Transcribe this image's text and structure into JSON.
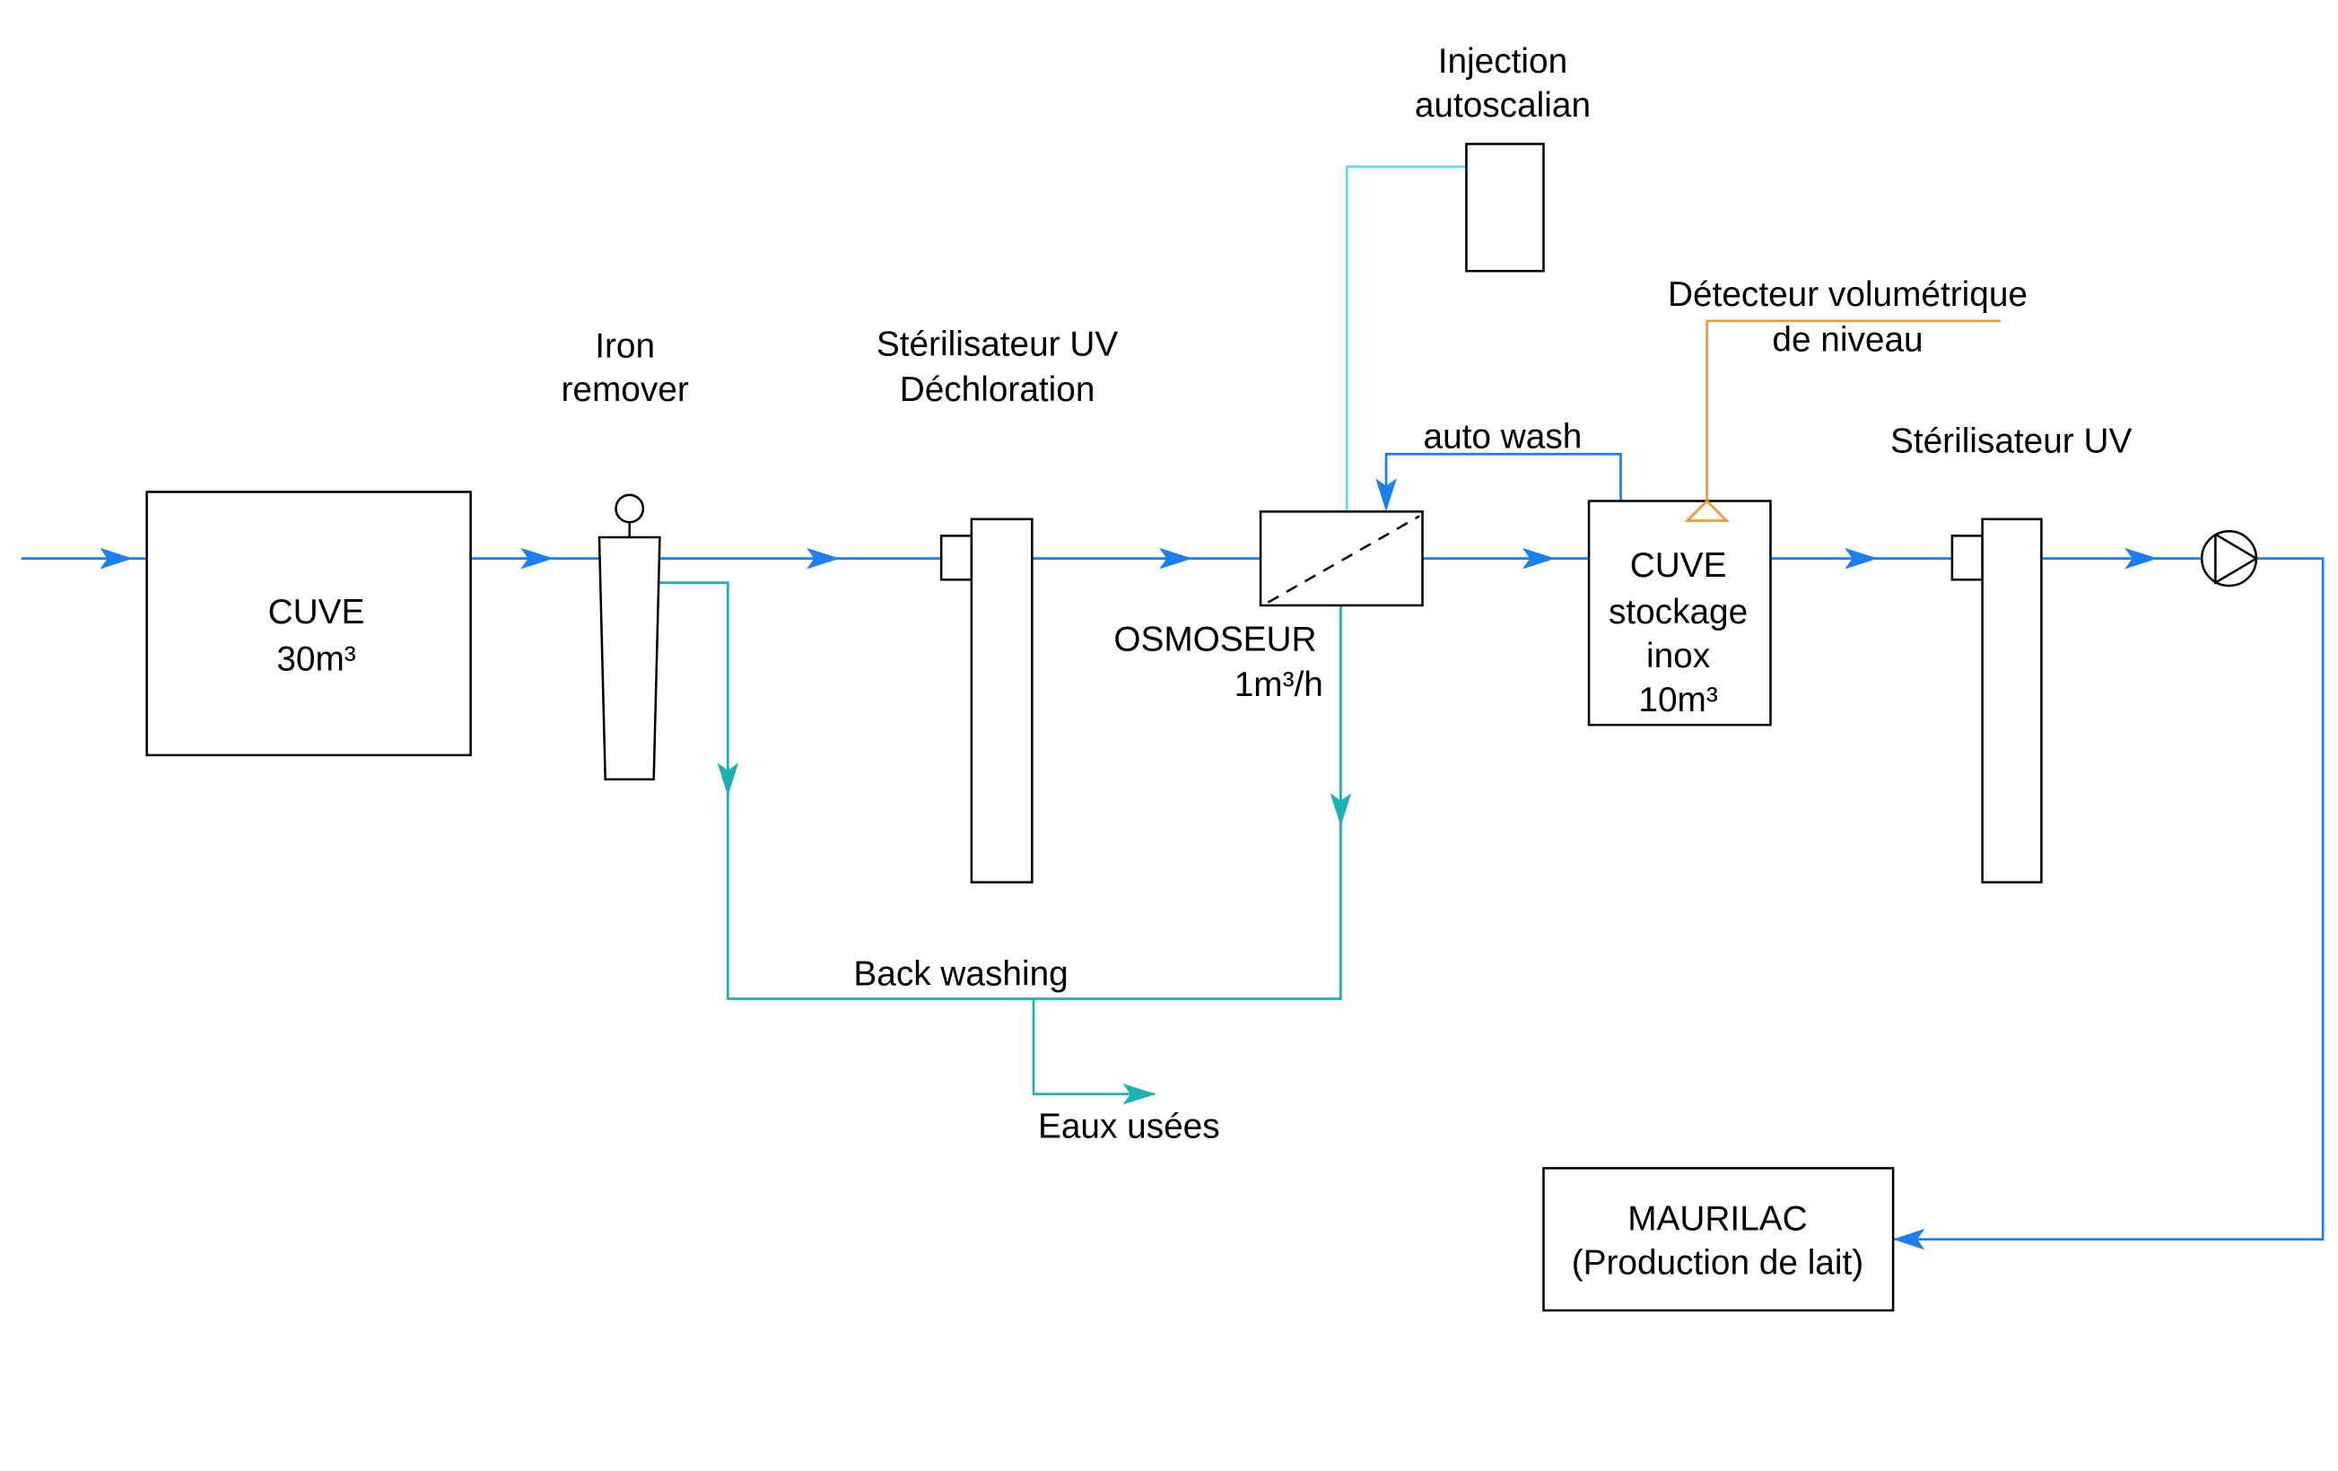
{
  "colors": {
    "water_line": "#1a7ff0",
    "back_washing_line": "#1ab2b2",
    "injection_line": "#55dde8",
    "level_detector_line": "#f39a2e",
    "outline": "#000000"
  },
  "cuve": {
    "line1": "CUVE",
    "line2": "30m³"
  },
  "iron_remover": {
    "line1": "Iron",
    "line2": "remover"
  },
  "sterilisateur_dechloration": {
    "line1": "Stérilisateur UV",
    "line2": "Déchloration"
  },
  "osmoseur": {
    "line1": "OSMOSEUR",
    "line2": "1m³/h"
  },
  "injection": {
    "line1": "Injection",
    "line2": "autoscalian"
  },
  "auto_wash": {
    "label": "auto wash"
  },
  "cuve_stockage": {
    "lines": [
      "CUVE",
      "stockage",
      "inox",
      "10m³"
    ]
  },
  "detecteur": {
    "line1": "Détecteur volumétrique",
    "line2": "de niveau"
  },
  "sterilisateur_uv": {
    "label": "Stérilisateur UV"
  },
  "back_washing": {
    "label": "Back washing"
  },
  "eaux_usees": {
    "label": "Eaux usées"
  },
  "maurilac": {
    "line1": "MAURILAC",
    "line2": "(Production de lait)"
  }
}
